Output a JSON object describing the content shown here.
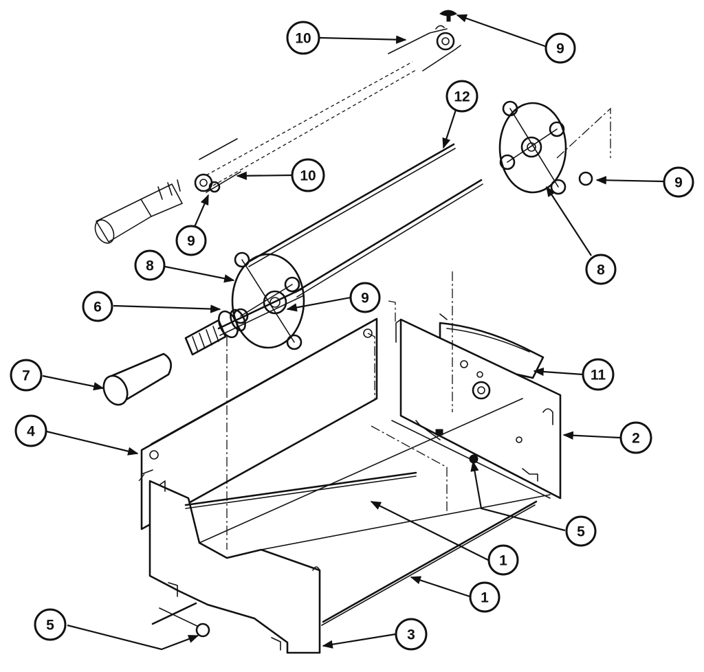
{
  "callouts": [
    {
      "id": "c10-top",
      "label": "10"
    },
    {
      "id": "c9-top",
      "label": "9"
    },
    {
      "id": "c12",
      "label": "12"
    },
    {
      "id": "c10-mid",
      "label": "10"
    },
    {
      "id": "c9-right",
      "label": "9"
    },
    {
      "id": "c9-left",
      "label": "9"
    },
    {
      "id": "c8-left",
      "label": "8"
    },
    {
      "id": "c8-right",
      "label": "8"
    },
    {
      "id": "c6",
      "label": "6"
    },
    {
      "id": "c9-center",
      "label": "9"
    },
    {
      "id": "c11",
      "label": "11"
    },
    {
      "id": "c7",
      "label": "7"
    },
    {
      "id": "c4",
      "label": "4"
    },
    {
      "id": "c2",
      "label": "2"
    },
    {
      "id": "c5-right",
      "label": "5"
    },
    {
      "id": "c1-upper",
      "label": "1"
    },
    {
      "id": "c1-lower",
      "label": "1"
    },
    {
      "id": "c5-left",
      "label": "5"
    },
    {
      "id": "c3",
      "label": "3"
    }
  ]
}
